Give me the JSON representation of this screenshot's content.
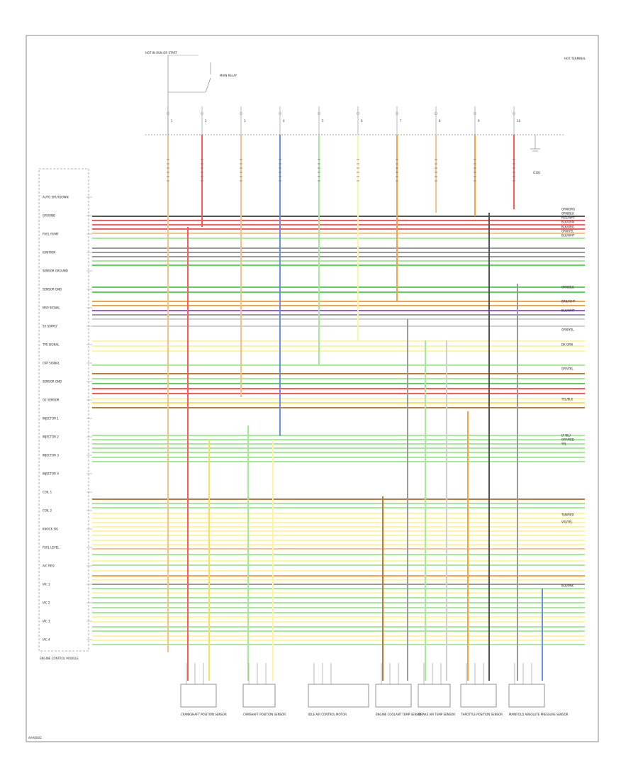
{
  "top_bus_label": "HOT IN RUN OR START",
  "top_right_note": "HOT TERMINAL",
  "figure_code": "AAA0002",
  "ecm_label": "ENGINE CONTROL MODULE",
  "relay_label": "MAIN RELAY",
  "ground_label": "G101",
  "colors": {
    "red": "#ff5a5a",
    "orange": "#f5a546",
    "yellow": "#f3e25a",
    "light_yellow": "#fff3a6",
    "green": "#5fd05f",
    "light_green": "#a8e89a",
    "blue": "#6b8fe8",
    "violet": "#9a5cd9",
    "gray": "#9a9a9a",
    "dark_gray": "#555555",
    "brown": "#b57b3c",
    "pale_orange": "#f3c48a",
    "white_wire": "#cfcfcf"
  },
  "ecm_pins": [
    {
      "label": "AUTO SHUTDOWN",
      "color": "green"
    },
    {
      "label": "GROUND",
      "color": "dark_gray"
    },
    {
      "label": "FUEL PUMP",
      "color": "red"
    },
    {
      "label": "IGNITION",
      "color": "red"
    },
    {
      "label": "SENSOR GROUND",
      "color": "gray"
    },
    {
      "label": "SENSOR GND",
      "color": "gray"
    },
    {
      "label": "MAP SIGNAL",
      "color": "green"
    },
    {
      "label": "5V SUPPLY",
      "color": "gray"
    },
    {
      "label": "TPS SIGNAL",
      "color": "green"
    },
    {
      "label": "CKP SIGNAL",
      "color": "violet"
    },
    {
      "label": "SENSOR GND",
      "color": "gray"
    },
    {
      "label": "O2 SENSOR",
      "color": "light_yellow"
    },
    {
      "label": "INJECTOR 1",
      "color": "brown"
    },
    {
      "label": "INJECTOR 2",
      "color": "light_green"
    },
    {
      "label": "INJECTOR 3",
      "color": "orange"
    },
    {
      "label": "INJECTOR 4",
      "color": "red"
    },
    {
      "label": "COIL 1",
      "color": "light_yellow"
    },
    {
      "label": "COIL 2",
      "color": "light_green"
    },
    {
      "label": "KNOCK SIG",
      "color": "brown"
    },
    {
      "label": "FUEL LEVEL",
      "color": "light_yellow"
    },
    {
      "label": "A/C REQ",
      "color": "pale_orange"
    },
    {
      "label": "IAC 1",
      "color": "light_yellow"
    },
    {
      "label": "IAC 2",
      "color": "light_yellow"
    },
    {
      "label": "IAC 3",
      "color": "light_green"
    },
    {
      "label": "IAC 4",
      "color": "gray"
    }
  ],
  "components": [
    {
      "label": "CRANKSHAFT POSITION SENSOR"
    },
    {
      "label": "CAMSHAFT POSITION SENSOR"
    },
    {
      "label": "IDLE AIR CONTROL MOTOR"
    },
    {
      "label": "ENGINE COOLANT TEMP SENSOR"
    },
    {
      "label": "INTAKE AIR TEMP SENSOR"
    },
    {
      "label": "THROTTLE POSITION SENSOR"
    },
    {
      "label": "MANIFOLD ABSOLUTE PRESSURE SENSOR"
    }
  ],
  "right_labels": [
    {
      "label": "GRN/ORG",
      "color": "red"
    },
    {
      "label": "ORN/BLK",
      "color": "red"
    },
    {
      "label": "RED/WHT",
      "color": "red"
    },
    {
      "label": "BLK/GRN",
      "color": "gray"
    },
    {
      "label": "BLK/ORG",
      "color": "gray"
    },
    {
      "label": "GRN/YEL",
      "color": "green"
    },
    {
      "label": "BLK/WHT",
      "color": "green"
    },
    {
      "label": "ORN/BLU",
      "color": "orange"
    },
    {
      "label": "BRN/WHT",
      "color": "violet"
    },
    {
      "label": "BLK/WHT",
      "color": "white_wire"
    },
    {
      "label": "GRN/YEL",
      "color": "light_yellow"
    },
    {
      "label": "DK GRN",
      "color": "brown"
    },
    {
      "label": "GRY/YEL",
      "color": "red"
    },
    {
      "label": "YEL/BLK",
      "color": "light_yellow"
    },
    {
      "label": "LT BLU",
      "color": "light_green"
    },
    {
      "label": "GRY/RED",
      "color": "light_green"
    },
    {
      "label": "YEL",
      "color": "light_yellow"
    },
    {
      "label": "TAN/RED",
      "color": "light_yellow"
    },
    {
      "label": "VIO/YEL",
      "color": "light_yellow"
    },
    {
      "label": "BLK/PNK",
      "color": "blue"
    }
  ]
}
